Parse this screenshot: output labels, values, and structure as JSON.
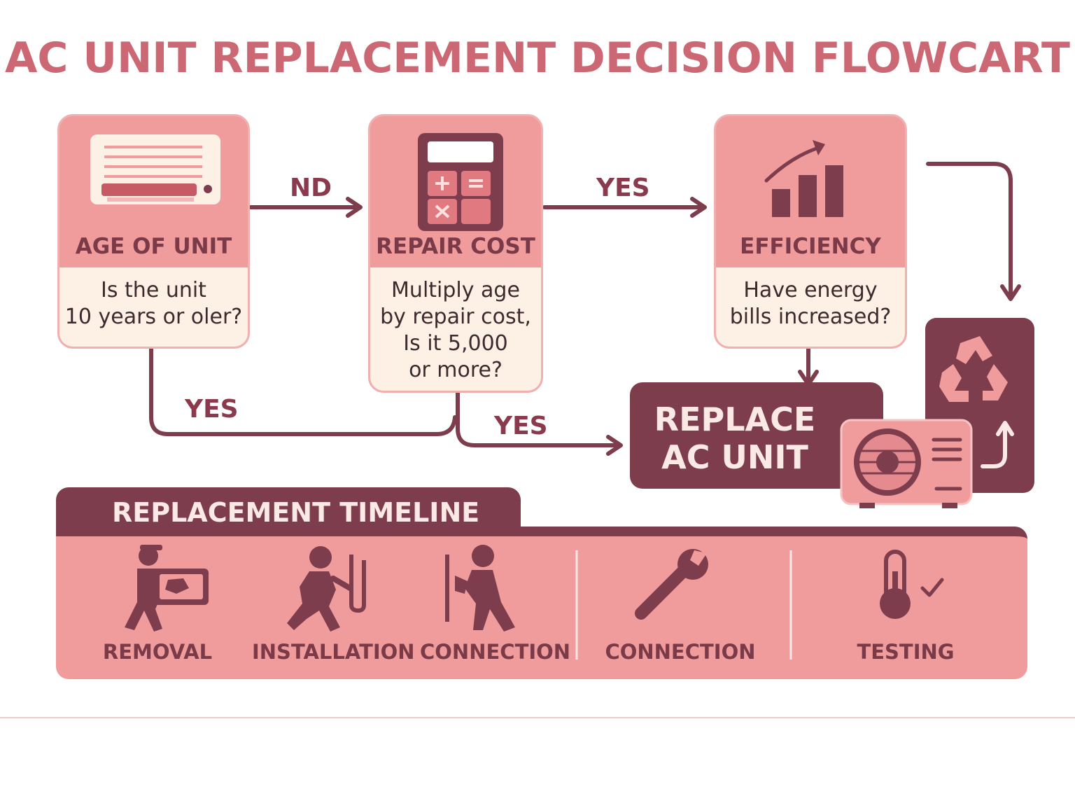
{
  "title": "AC UNIT REPLACEMENT DECISION FLOWCART",
  "colors": {
    "title": "#cc6873",
    "card_fill": "#f19c9c",
    "card_body": "#fdf1e6",
    "dark": "#7d3d4c",
    "text_dark": "#7a3a48"
  },
  "nodes": {
    "age": {
      "label": "AGE OF UNIT",
      "line1": "Is the unit",
      "line2": "10 years or oler?",
      "icon": "ac-indoor-unit-icon"
    },
    "repair": {
      "label": "REPAIR COST",
      "line1": "Multiply age",
      "line2": "by repair cost,",
      "line3": "Is it 5,000",
      "line4": "or more?",
      "icon": "calculator-icon"
    },
    "efficiency": {
      "label": "EFFICIENCY",
      "line1": "Have energy",
      "line2": "bills increased?",
      "icon": "rising-bar-chart-icon"
    },
    "replace": {
      "line1": "REPLACE",
      "line2": "AC UNIT",
      "icon": "outdoor-ac-recycle-icon"
    }
  },
  "edges": {
    "age_to_repair": "ND",
    "repair_to_efficiency": "YES",
    "age_to_replace": "YES",
    "repair_to_replace": "YES"
  },
  "timeline": {
    "title": "REPLACEMENT TIMELINE",
    "steps": [
      {
        "label": "REMOVAL",
        "icon": "worker-carrying-unit-icon"
      },
      {
        "label": "INSTALLATION",
        "icon": "worker-installing-icon"
      },
      {
        "label": "CONNECTION",
        "icon": "worker-connecting-icon"
      },
      {
        "label": "CONNECTION",
        "icon": "wrench-icon"
      },
      {
        "label": "TESTING",
        "icon": "thermometer-check-icon"
      }
    ]
  }
}
